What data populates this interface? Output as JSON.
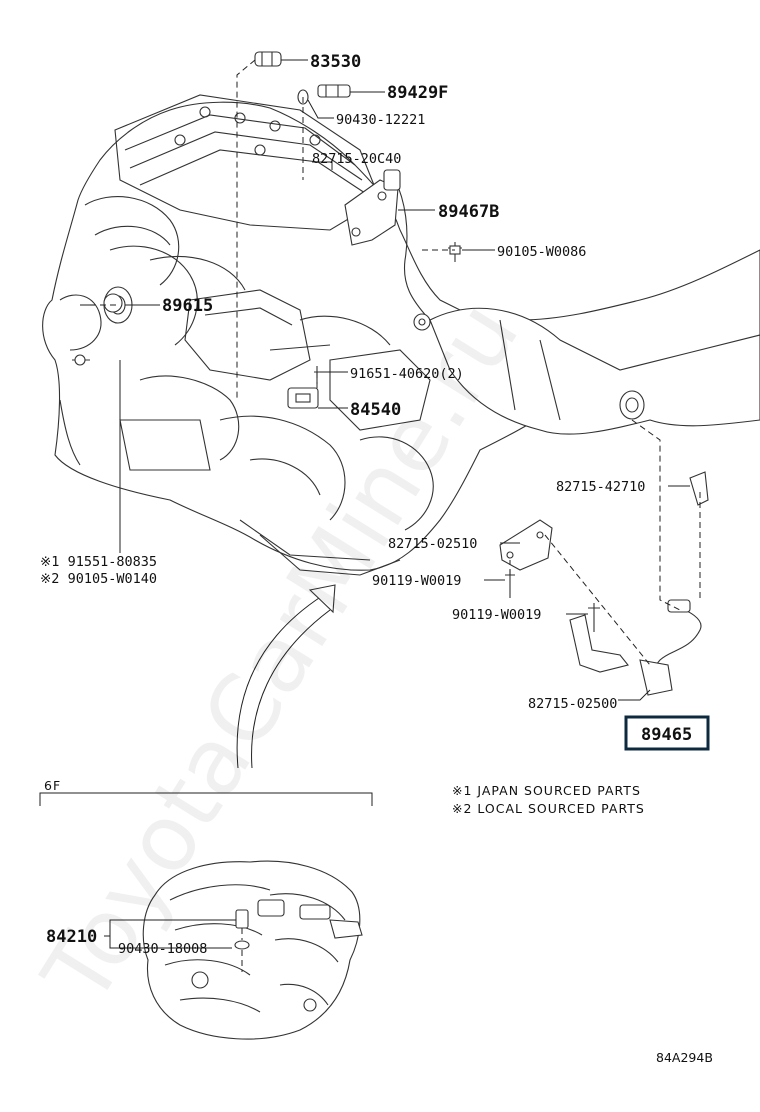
{
  "diagram": {
    "labels": {
      "p83530": "83530",
      "p89429F": "89429F",
      "p90430_12221": "90430-12221",
      "p82715_20C40": "82715-20C40",
      "p89467B": "89467B",
      "p90105_W0086": "90105-W0086",
      "p89615": "89615",
      "p91651_40620": "91651-40620(2)",
      "p84540": "84540",
      "p82715_42710": "82715-42710",
      "p82715_02510": "82715-02510",
      "p90119_W0019_a": "90119-W0019",
      "p90119_W0019_b": "90119-W0019",
      "p91551_80835": "※1 91551-80835",
      "p90105_W0140": "※2 90105-W0140",
      "p82715_02500": "82715-02500",
      "p89465": "89465",
      "p84210": "84210",
      "p90430_18008": "90430-18008"
    },
    "section": "6F",
    "notes": {
      "note1": "※1 JAPAN SOURCED PARTS",
      "note2": "※2 LOCAL SOURCED PARTS"
    },
    "figure_code": "84A294B",
    "watermark": "ToyotaCarMine.ru",
    "highlight_part": "89465"
  }
}
